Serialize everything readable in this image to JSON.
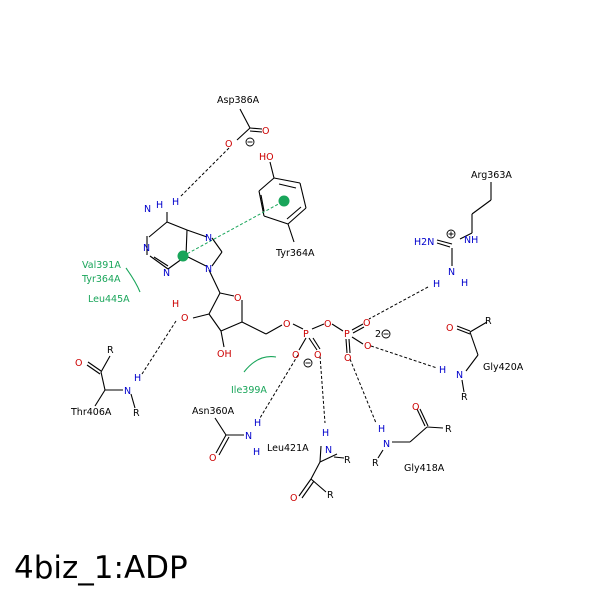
{
  "caption": "4biz_1:ADP",
  "colors": {
    "carbon": "#000000",
    "nitrogen": "#0000cc",
    "oxygen": "#cc0000",
    "hydrophobic": "#19a55a"
  },
  "residues": {
    "asp386": "Asp386A",
    "tyr364": "Tyr364A",
    "arg363": "Arg363A",
    "val391": "Val391A",
    "tyr364_hyd": "Tyr364A",
    "leu445": "Leu445A",
    "thr406": "Thr406A",
    "ile399": "Ile399A",
    "asn360": "Asn360A",
    "leu421": "Leu421A",
    "gly420": "Gly420A",
    "gly418": "Gly418A"
  },
  "atoms": {
    "n": "N",
    "o": "O",
    "h": "H",
    "r": "R",
    "p": "P",
    "oh": "OH",
    "ho": "HO",
    "h2n": "H2N",
    "nh": "NH",
    "charge2": "2"
  }
}
